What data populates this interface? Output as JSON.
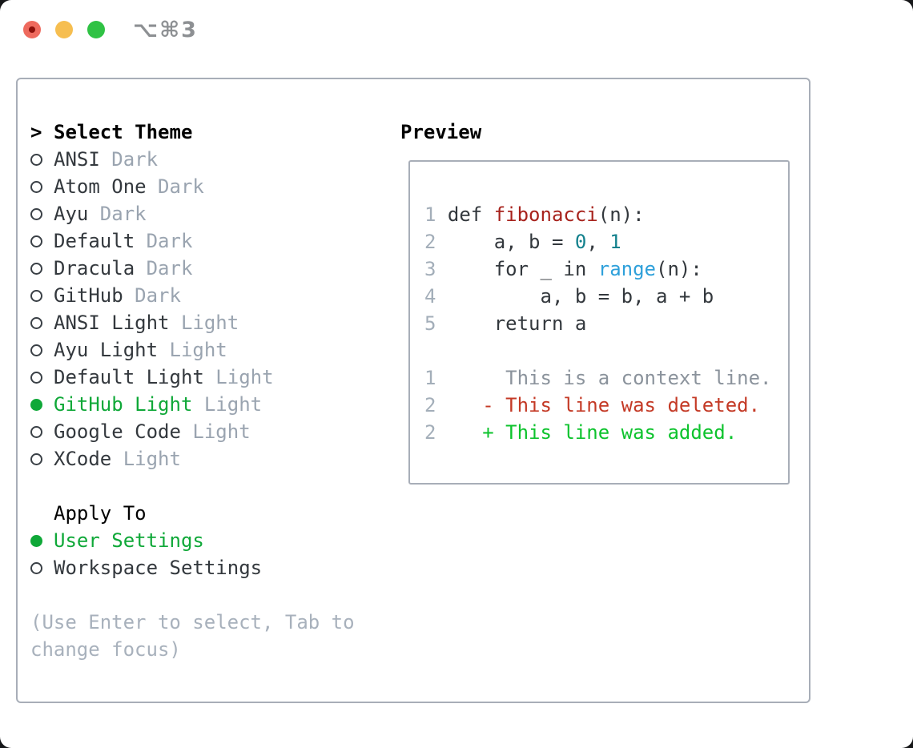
{
  "window": {
    "title": "⌥⌘3",
    "controls": {
      "close": "red",
      "minimize": "yellow",
      "zoom": "green"
    }
  },
  "theme_menu": {
    "header": {
      "marker": ">",
      "label": "Select Theme"
    },
    "items": [
      {
        "label": "ANSI",
        "tag": "Dark",
        "selected": false
      },
      {
        "label": "Atom One",
        "tag": "Dark",
        "selected": false
      },
      {
        "label": "Ayu",
        "tag": "Dark",
        "selected": false
      },
      {
        "label": "Default",
        "tag": "Dark",
        "selected": false
      },
      {
        "label": "Dracula",
        "tag": "Dark",
        "selected": false
      },
      {
        "label": "GitHub",
        "tag": "Dark",
        "selected": false
      },
      {
        "label": "ANSI Light",
        "tag": "Light",
        "selected": false
      },
      {
        "label": "Ayu Light",
        "tag": "Light",
        "selected": false
      },
      {
        "label": "Default Light",
        "tag": "Light",
        "selected": false
      },
      {
        "label": "GitHub Light",
        "tag": "Light",
        "selected": true
      },
      {
        "label": "Google Code",
        "tag": "Light",
        "selected": false
      },
      {
        "label": "XCode",
        "tag": "Light",
        "selected": false
      }
    ]
  },
  "apply_to": {
    "header": "Apply To",
    "items": [
      {
        "label": "User Settings",
        "selected": true
      },
      {
        "label": "Workspace Settings",
        "selected": false
      }
    ]
  },
  "help": {
    "line1": "(Use Enter to select, Tab to",
    "line2": "change focus)"
  },
  "preview": {
    "title": "Preview",
    "lines": [
      {
        "num": "1",
        "tokens": [
          {
            "t": "def ",
            "s": "plain"
          },
          {
            "t": "fibonacci",
            "s": "func"
          },
          {
            "t": "(n):",
            "s": "plain"
          }
        ]
      },
      {
        "num": "2",
        "tokens": [
          {
            "t": "    a, b = ",
            "s": "plain"
          },
          {
            "t": "0",
            "s": "num"
          },
          {
            "t": ", ",
            "s": "plain"
          },
          {
            "t": "1",
            "s": "num"
          }
        ]
      },
      {
        "num": "3",
        "tokens": [
          {
            "t": "    for _ in ",
            "s": "plain"
          },
          {
            "t": "range",
            "s": "builtin"
          },
          {
            "t": "(n):",
            "s": "plain"
          }
        ]
      },
      {
        "num": "4",
        "tokens": [
          {
            "t": "        a, b = b, a + b",
            "s": "plain"
          }
        ]
      },
      {
        "num": "5",
        "tokens": [
          {
            "t": "    return a",
            "s": "plain"
          }
        ]
      },
      {
        "num": "",
        "tokens": []
      },
      {
        "num": "1",
        "tokens": [
          {
            "t": "     This is a context line.",
            "s": "ctx"
          }
        ]
      },
      {
        "num": "2",
        "tokens": [
          {
            "t": "   - This line was deleted.",
            "s": "del"
          }
        ]
      },
      {
        "num": "2",
        "tokens": [
          {
            "t": "   + This line was added.",
            "s": "add"
          }
        ]
      }
    ]
  },
  "colors": {
    "accent_green": "#0fa838",
    "diff_added_green": "#0dc32d",
    "diff_deleted_red": "#c43a26",
    "function_red": "#a7221c",
    "number_teal": "#13818d",
    "builtin_blue": "#2ea0da",
    "muted_gray": "#9aa4b0",
    "help_gray": "#a8b1bc",
    "text_dark": "#33383d",
    "border_gray": "#a8aeb8",
    "traffic_red": "#ee6a5e",
    "traffic_yellow": "#f6be50",
    "traffic_green": "#2fc244"
  }
}
